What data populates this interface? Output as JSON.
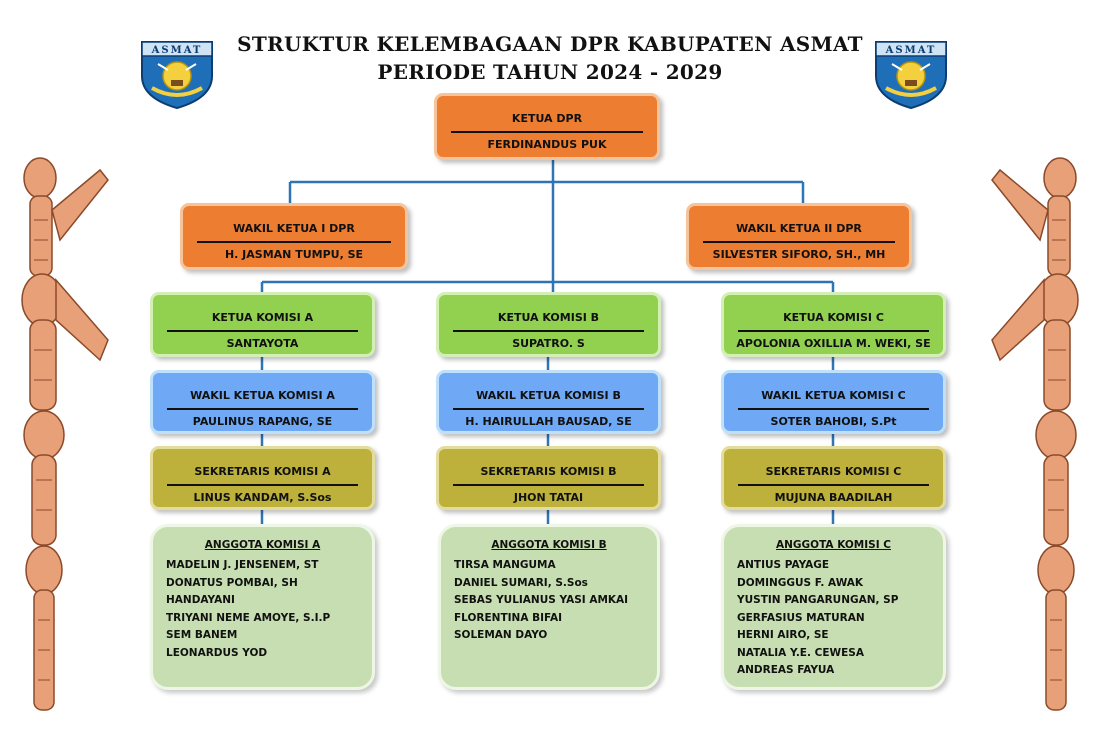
{
  "header": {
    "title_line1": "STRUKTUR KELEMBAGAAN DPR KABUPATEN ASMAT",
    "title_line2": "PERIODE TAHUN 2024 - 2029",
    "logo_text": "ASMAT"
  },
  "leadership": {
    "ketua": {
      "role": "KETUA DPR",
      "name": "FERDINANDUS PUK"
    },
    "wakil1": {
      "role": "WAKIL KETUA I DPR",
      "name": "H. JASMAN TUMPU, SE"
    },
    "wakil2": {
      "role": "WAKIL KETUA II DPR",
      "name": "SILVESTER SIFORO, SH., MH"
    }
  },
  "komisi": [
    {
      "ketua": {
        "role": "KETUA KOMISI A",
        "name": "SANTAYOTA"
      },
      "wakil": {
        "role": "WAKIL KETUA KOMISI A",
        "name": "PAULINUS RAPANG, SE"
      },
      "sekretaris": {
        "role": "SEKRETARIS KOMISI A",
        "name": "LINUS KANDAM, S.Sos"
      },
      "anggota_title": "ANGGOTA KOMISI A",
      "anggota": [
        "MADELIN J. JENSENEM, ST",
        "DONATUS POMBAI, SH",
        "HANDAYANI",
        "TRIYANI NEME AMOYE, S.I.P",
        "SEM BANEM",
        "LEONARDUS YOD"
      ]
    },
    {
      "ketua": {
        "role": "KETUA KOMISI B",
        "name": "SUPATRO. S"
      },
      "wakil": {
        "role": "WAKIL KETUA KOMISI B",
        "name": "H. HAIRULLAH BAUSAD, SE"
      },
      "sekretaris": {
        "role": "SEKRETARIS KOMISI B",
        "name": "JHON TATAI"
      },
      "anggota_title": "ANGGOTA KOMISI B",
      "anggota": [
        "TIRSA MANGUMA",
        "DANIEL SUMARI, S.Sos",
        "SEBAS YULIANUS YASI AMKAI",
        "FLORENTINA BIFAI",
        "SOLEMAN DAYO"
      ]
    },
    {
      "ketua": {
        "role": "KETUA KOMISI C",
        "name": "APOLONIA OXILLIA M. WEKI, SE"
      },
      "wakil": {
        "role": "WAKIL KETUA KOMISI C",
        "name": "SOTER BAHOBI, S.Pt"
      },
      "sekretaris": {
        "role": "SEKRETARIS KOMISI C",
        "name": "MUJUNA BAADILAH"
      },
      "anggota_title": "ANGGOTA KOMISI C",
      "anggota": [
        "ANTIUS PAYAGE",
        "DOMINGGUS F. AWAK",
        "YUSTIN PANGARUNGAN, SP",
        "GERFASIUS MATURAN",
        "HERNI AIRO, SE",
        "NATALIA Y.E. CEWESA",
        "ANDREAS FAYUA"
      ]
    }
  ],
  "colors": {
    "leadership": "#ed7d31",
    "ketua_komisi": "#92d050",
    "wakil_komisi": "#6fa8f5",
    "sekretaris_komisi": "#bdb13c",
    "anggota": "#c6deb1",
    "connector": "#2e75b6"
  }
}
